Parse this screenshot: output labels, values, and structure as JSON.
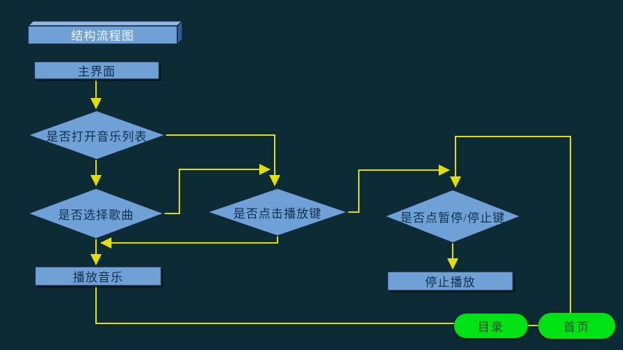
{
  "title": {
    "label": "结构流程图"
  },
  "nodes": {
    "main": {
      "label": "主界面",
      "type": "process"
    },
    "open_list": {
      "label": "是否打开音乐列表",
      "type": "decision"
    },
    "select_song": {
      "label": "是否选择歌曲",
      "type": "decision"
    },
    "click_play": {
      "label": "是否点击播放键",
      "type": "decision"
    },
    "pause_stop": {
      "label": "是否点暂停/停止键",
      "type": "decision"
    },
    "play_music": {
      "label": "播放音乐",
      "type": "process"
    },
    "stop_play": {
      "label": "停止播放",
      "type": "process"
    }
  },
  "buttons": {
    "toc": {
      "label": "目录"
    },
    "home": {
      "label": "首页"
    }
  },
  "colors": {
    "background": "#0d2b34",
    "node_fill": "#6fa1d6",
    "node_top": "#8fb9e4",
    "node_side": "#2f5f95",
    "node_border": "#13283d",
    "line": "#e2de06",
    "button_fill": "#00e213",
    "text": "#122f4e",
    "title_text": "#eef5fc",
    "button_text": "#1c4a30"
  }
}
